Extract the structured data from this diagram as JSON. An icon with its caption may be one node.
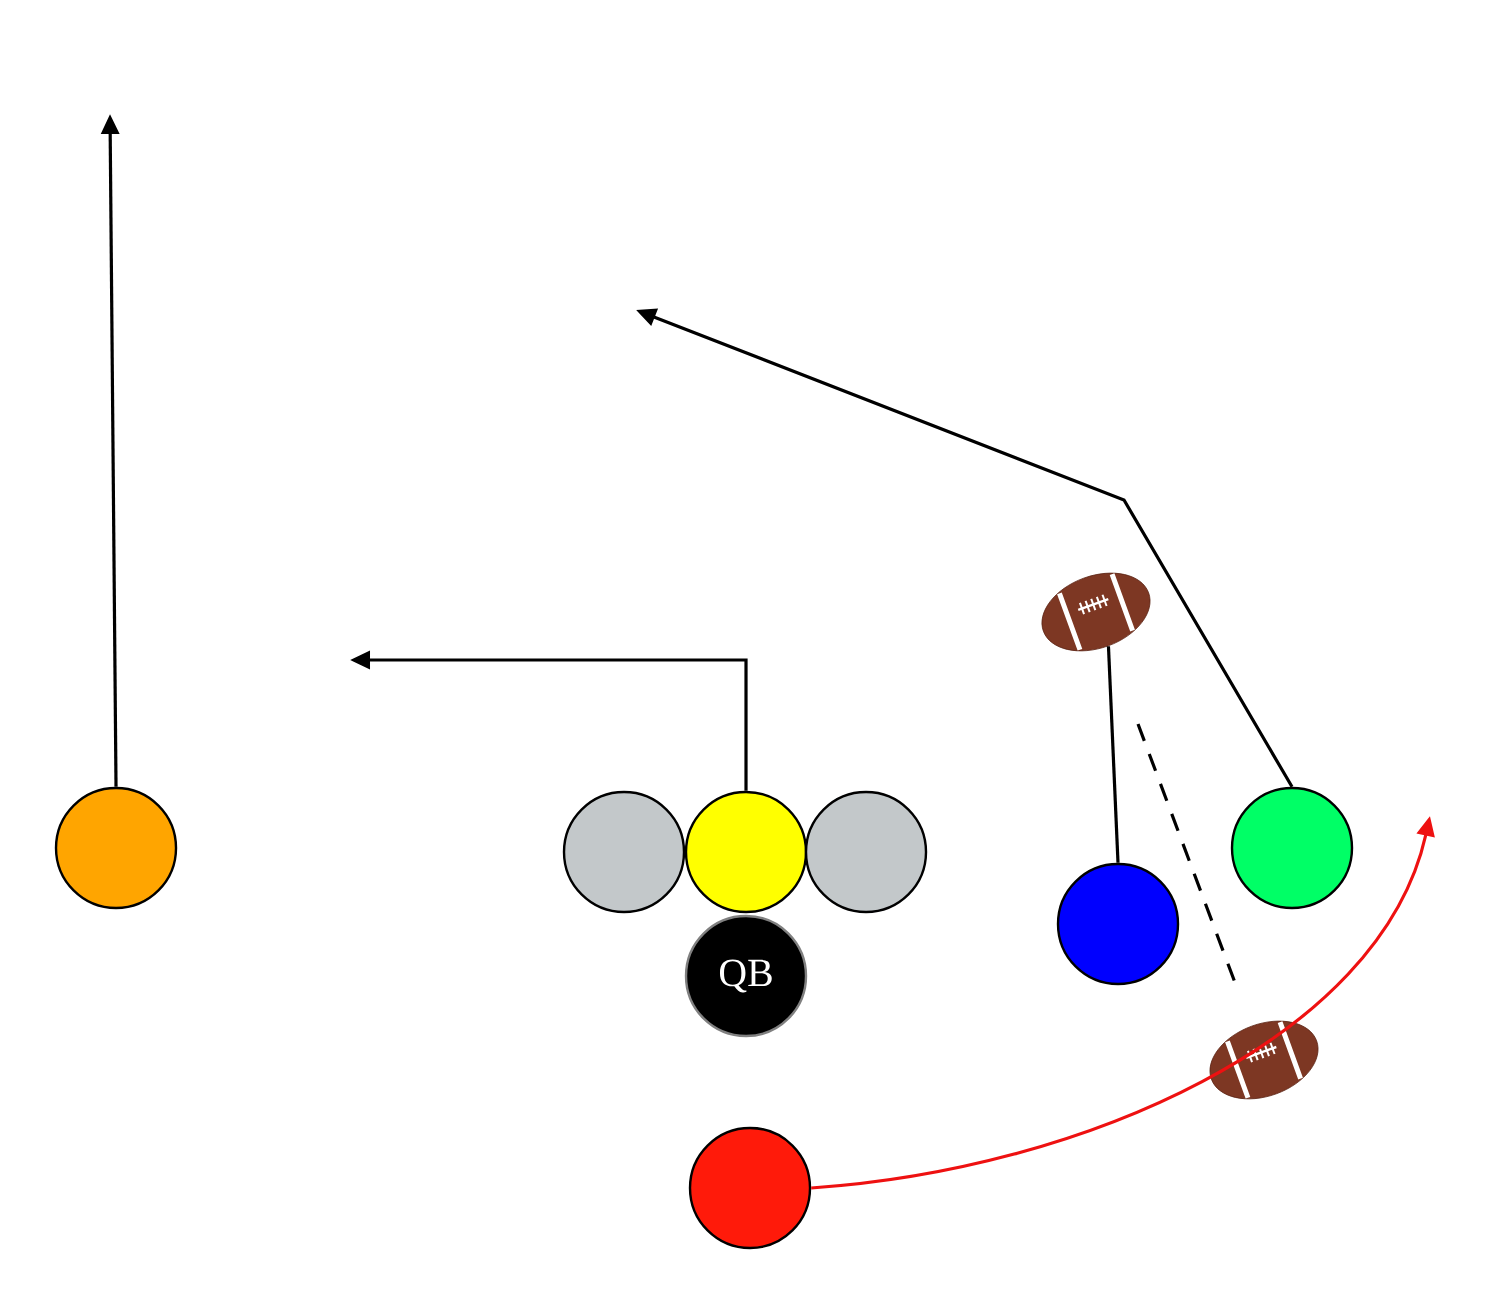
{
  "diagram": {
    "nodes": [
      {
        "text": [],
        "shape": "picture"
      },
      {
        "text": [],
        "shape": "circle"
      },
      {
        "text": [],
        "shape": "circle"
      },
      {
        "text": [],
        "shape": "circle"
      },
      {
        "text": [],
        "shape": "circle"
      },
      {
        "text": [],
        "shape": "circle"
      },
      {
        "text": [],
        "shape": "circle"
      },
      {
        "text": [
          "QB"
        ]
      },
      {
        "text": [],
        "shape": "picture"
      },
      {
        "text": [],
        "shape": "circle"
      }
    ],
    "edges": [
      {
        "from": 1,
        "to": null,
        "arrow": "to"
      },
      {
        "from": 3,
        "to": null,
        "arrow": "to"
      },
      {
        "from": 5,
        "to": null,
        "arrow": "to"
      },
      {
        "from": 6,
        "to": 0,
        "arrow": "none"
      },
      {
        "from": 0,
        "to": 8,
        "arrow": "none",
        "style": "dashed"
      },
      {
        "from": 9,
        "to": null,
        "arrow": "to",
        "color": "#ee1111"
      }
    ]
  }
}
